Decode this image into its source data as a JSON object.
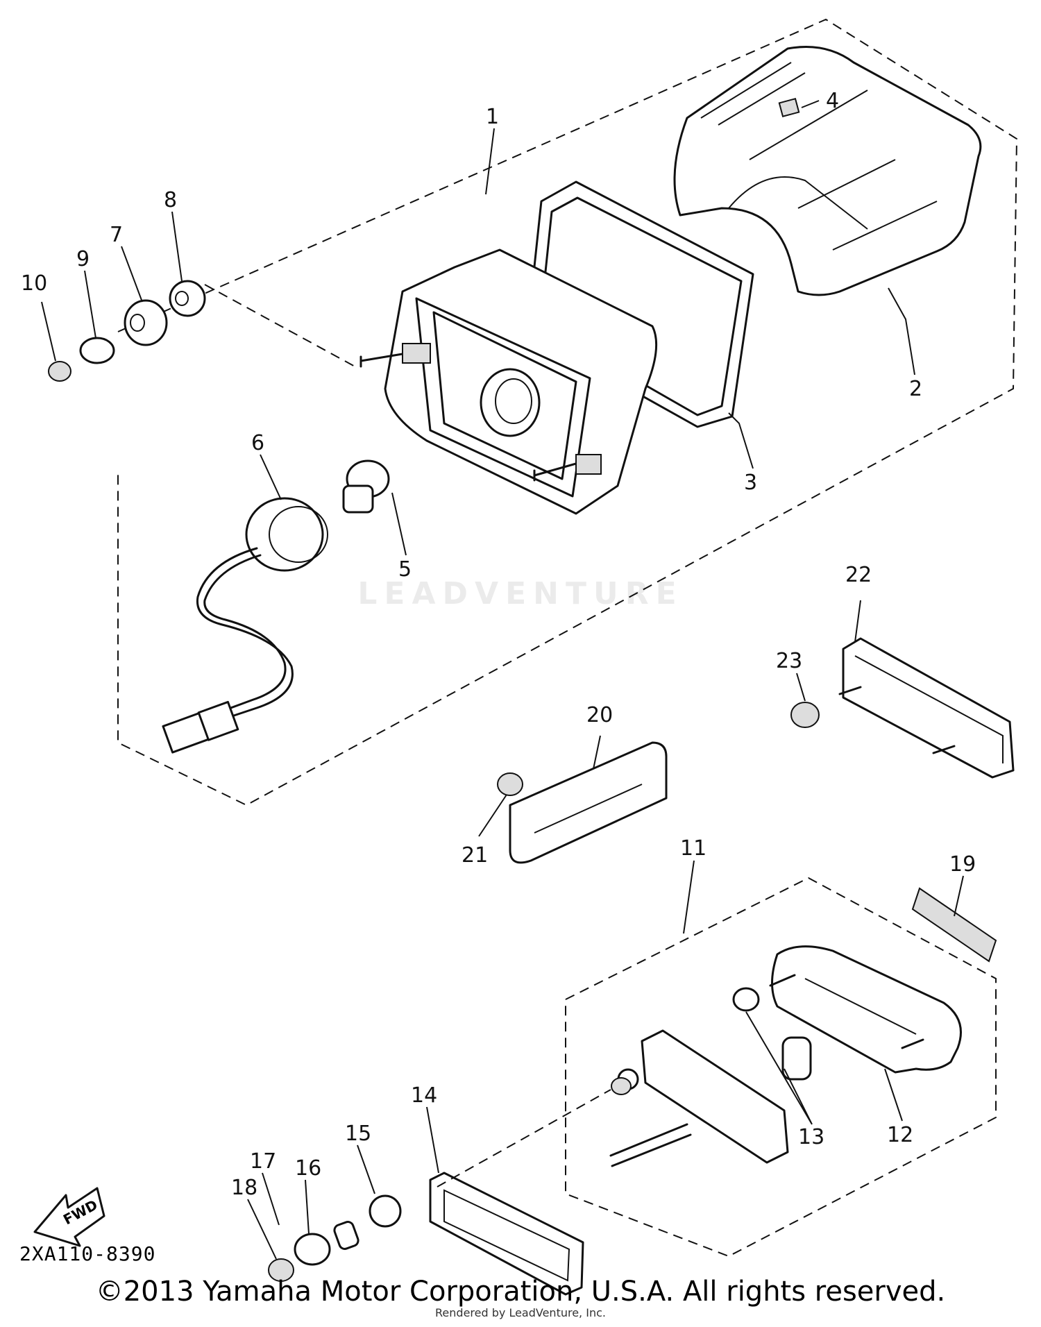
{
  "diagram": {
    "code": "2XA110-8390",
    "copyright": "©2013 Yamaha Motor Corporation, U.S.A. All rights reserved.",
    "rendered_by": "Rendered by LeadVenture, Inc.",
    "watermark": "LEADVENTURE",
    "fwd_label": "FWD",
    "callouts": [
      "1",
      "2",
      "3",
      "4",
      "5",
      "6",
      "7",
      "8",
      "9",
      "10",
      "11",
      "12",
      "13",
      "14",
      "15",
      "16",
      "17",
      "18",
      "19",
      "20",
      "21",
      "22",
      "23"
    ]
  }
}
